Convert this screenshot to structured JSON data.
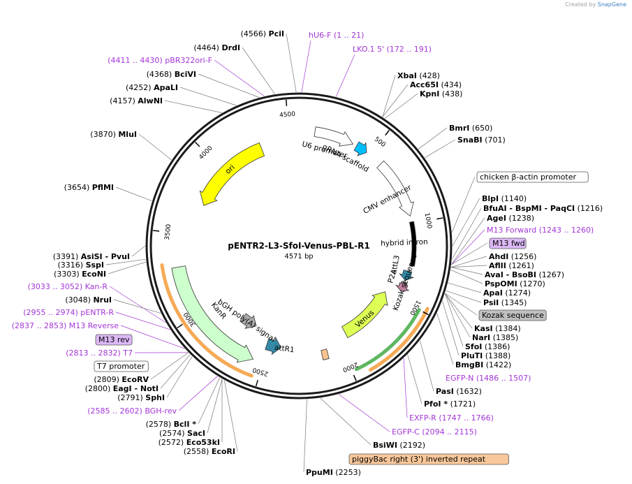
{
  "credit": {
    "prefix": "Created by",
    "brand": "SnapGene"
  },
  "plasmid": {
    "name": "pENTR2-L3-SfoI-Venus-PBL-R1",
    "size": "4571 bp"
  },
  "ticks": [
    {
      "label": "500",
      "angle": 38
    },
    {
      "label": "1000",
      "angle": 79
    },
    {
      "label": "1500",
      "angle": 118
    },
    {
      "label": "2000",
      "angle": 157
    },
    {
      "label": "2500",
      "angle": 197
    },
    {
      "label": "3000",
      "angle": 236
    },
    {
      "label": "3500",
      "angle": 276
    },
    {
      "label": "4000",
      "angle": 315
    },
    {
      "label": "4500",
      "angle": 355
    }
  ],
  "features": [
    {
      "name": "ori",
      "a1": 339,
      "a2": 293,
      "r": 148,
      "w": 20,
      "color": "#ffff00",
      "dir": "ccw",
      "label_angle": 318
    },
    {
      "name": "KanR",
      "a1": 202,
      "a2": 260,
      "r": 175,
      "w": 20,
      "color": "#ccffcc",
      "dir": "ccw",
      "label_angle": 231
    },
    {
      "name": "Venus",
      "a1": 152,
      "a2": 118,
      "r": 140,
      "w": 18,
      "color": "#ddff55",
      "dir": "ccw",
      "label_angle": 138
    },
    {
      "name": "attR1",
      "a1": 198,
      "a2": 190,
      "r": 148,
      "w": 16,
      "color": "#348aa7",
      "dir": "ccw",
      "label_angle": 188
    },
    {
      "name": "bGH poly(A) signal",
      "a1": 208,
      "a2": 218,
      "r": 130,
      "w": 14,
      "color": "#aaaaaa",
      "dir": "ccw",
      "label_angle": 215
    },
    {
      "name": "U6 promoter",
      "a1": 8,
      "a2": 28,
      "r": 165,
      "w": 14,
      "color": "#ffffff",
      "dir": "cw",
      "label_angle": 15
    },
    {
      "name": "gRNA scaffold",
      "a1": 30,
      "a2": 36,
      "r": 165,
      "w": 14,
      "color": "#00bfff",
      "dir": "cw",
      "label_angle": 28
    },
    {
      "name": "CMV enhancer",
      "a1": 45,
      "a2": 75,
      "r": 165,
      "w": 14,
      "color": "#ffffff",
      "dir": "cw",
      "label_angle": 62
    },
    {
      "name": "hybrid intron",
      "a1": 78,
      "a2": 100,
      "r": 165,
      "w": 6,
      "color": "#000000",
      "dir": "none",
      "label_angle": 88
    },
    {
      "name": "attL3",
      "a1": 103,
      "a2": 108,
      "r": 160,
      "w": 12,
      "color": "#348aa7",
      "dir": "cw",
      "label_angle": 101
    },
    {
      "name": "P2A",
      "a1": 110,
      "a2": 114,
      "r": 160,
      "w": 12,
      "color": "#c080a0",
      "dir": "cw",
      "label_angle": 108
    },
    {
      "name": "Kozak sequence",
      "a1": 109,
      "a2": 110,
      "r": 160,
      "w": 8,
      "color": "#888888",
      "dir": "none",
      "label_angle": 109
    },
    {
      "name": "piggyBac right (3') inverted repeat",
      "a1": 165,
      "a2": 168,
      "r": 160,
      "w": 14,
      "color": "#f8c48e",
      "dir": "none",
      "label_angle": 166
    }
  ],
  "primer_arcs": [
    {
      "name": "EGFP-N",
      "a1": 150,
      "a2": 116,
      "r": 205,
      "color": "#f5a142"
    },
    {
      "name": "EGFP-C",
      "a1": 155,
      "a2": 118,
      "r": 195,
      "color": "#4caf50"
    },
    {
      "name": "KanR-outline",
      "a1": 200,
      "a2": 262,
      "r": 198,
      "color": "#f5a142"
    }
  ],
  "left_labels": [
    {
      "pos": "(4566)",
      "name": "PciI",
      "color": "black"
    },
    {
      "pos": "(4464)",
      "name": "DrdI",
      "color": "black"
    },
    {
      "pos": "(4411 .. 4430)",
      "name": "pBR322ori-F",
      "color": "purple"
    },
    {
      "pos": "(4368)",
      "name": "BciVI",
      "color": "black"
    },
    {
      "pos": "(4252)",
      "name": "ApaLI",
      "color": "black"
    },
    {
      "pos": "(4157)",
      "name": "AlwNI",
      "color": "black"
    },
    {
      "pos": "(3870)",
      "name": "MluI",
      "color": "black"
    },
    {
      "pos": "(3654)",
      "name": "PflMI",
      "color": "black"
    },
    {
      "pos": "(3391)",
      "name": "AsiSI - PvuI",
      "color": "black"
    },
    {
      "pos": "(3316)",
      "name": "SspI",
      "color": "black"
    },
    {
      "pos": "(3303)",
      "name": "EcoNI",
      "color": "black"
    },
    {
      "pos": "(3033 .. 3052)",
      "name": "Kan-R",
      "color": "purple"
    },
    {
      "pos": "(3048)",
      "name": "NruI",
      "color": "black"
    },
    {
      "pos": "(2955 .. 2974)",
      "name": "pENTR-R",
      "color": "purple"
    },
    {
      "pos": "(2837 .. 2853)",
      "name": "M13 Reverse",
      "color": "purple"
    },
    {
      "pos": "",
      "name": "M13 rev",
      "color": "boxpurple"
    },
    {
      "pos": "(2813 .. 2832)",
      "name": "T7",
      "color": "purple"
    },
    {
      "pos": "",
      "name": "T7 promoter",
      "color": "boxwhite"
    },
    {
      "pos": "(2809)",
      "name": "EcoRV",
      "color": "black"
    },
    {
      "pos": "(2800)",
      "name": "EagI - NotI",
      "color": "black"
    },
    {
      "pos": "(2791)",
      "name": "SphI",
      "color": "black"
    },
    {
      "pos": "(2585 .. 2602)",
      "name": "BGH-rev",
      "color": "purple"
    },
    {
      "pos": "(2578)",
      "name": "BclI *",
      "color": "black"
    },
    {
      "pos": "(2574)",
      "name": "SacI",
      "color": "black"
    },
    {
      "pos": "(2572)",
      "name": "Eco53kI",
      "color": "black"
    },
    {
      "pos": "(2558)",
      "name": "EcoRI",
      "color": "black"
    }
  ],
  "top_labels": [
    {
      "name": "hU6-F",
      "pos": "(1 .. 21)",
      "color": "purple"
    },
    {
      "name": "LKO.1 5'",
      "pos": "(172 .. 191)",
      "color": "purple"
    }
  ],
  "right_labels": [
    {
      "name": "XbaI",
      "pos": "(428)",
      "color": "black"
    },
    {
      "name": "Acc65I",
      "pos": "(434)",
      "color": "black"
    },
    {
      "name": "KpnI",
      "pos": "(438)",
      "color": "black"
    },
    {
      "name": "BmrI",
      "pos": "(650)",
      "color": "black"
    },
    {
      "name": "SnaBI",
      "pos": "(701)",
      "color": "black"
    },
    {
      "name": "chicken β-actin promoter",
      "pos": "",
      "color": "boxwhite"
    },
    {
      "name": "BlpI",
      "pos": "(1140)",
      "color": "black"
    },
    {
      "name": "BfuAI - BspMI - PaqCI",
      "pos": "(1216)",
      "color": "black"
    },
    {
      "name": "AgeI",
      "pos": "(1238)",
      "color": "black"
    },
    {
      "name": "M13 Forward",
      "pos": "(1243 .. 1260)",
      "color": "purple"
    },
    {
      "name": "M13 fwd",
      "pos": "",
      "color": "boxpurple"
    },
    {
      "name": "AhdI",
      "pos": "(1256)",
      "color": "black"
    },
    {
      "name": "AflII",
      "pos": "(1261)",
      "color": "black"
    },
    {
      "name": "AvaI - BsoBI",
      "pos": "(1267)",
      "color": "black"
    },
    {
      "name": "PspOMI",
      "pos": "(1270)",
      "color": "black"
    },
    {
      "name": "ApaI",
      "pos": "(1274)",
      "color": "black"
    },
    {
      "name": "PsiI",
      "pos": "(1345)",
      "color": "black"
    },
    {
      "name": "Kozak sequence",
      "pos": "",
      "color": "boxgray"
    },
    {
      "name": "KasI",
      "pos": "(1384)",
      "color": "black"
    },
    {
      "name": "NarI",
      "pos": "(1385)",
      "color": "black"
    },
    {
      "name": "SfoI",
      "pos": "(1386)",
      "color": "black"
    },
    {
      "name": "PluTI",
      "pos": "(1388)",
      "color": "black"
    },
    {
      "name": "BmgBI",
      "pos": "(1422)",
      "color": "black"
    },
    {
      "name": "EGFP-N",
      "pos": "(1486 .. 1507)",
      "color": "purple"
    },
    {
      "name": "PasI",
      "pos": "(1632)",
      "color": "black"
    },
    {
      "name": "PfoI *",
      "pos": "(1721)",
      "color": "black"
    },
    {
      "name": "EXFP-R",
      "pos": "(1747 .. 1766)",
      "color": "purple"
    },
    {
      "name": "EGFP-C",
      "pos": "(2094 .. 2115)",
      "color": "purple"
    },
    {
      "name": "BsiWI",
      "pos": "(2192)",
      "color": "black"
    },
    {
      "name": "piggyBac right (3') inverted repeat",
      "pos": "",
      "color": "boxorange"
    },
    {
      "name": "PpuMI",
      "pos": "(2253)",
      "color": "black"
    }
  ],
  "colors": {
    "purple": "#a335d6",
    "black": "#000000",
    "boxpurple": "#dcb8f5",
    "boxgray": "#c0c0c0",
    "boxorange": "#f8c79a",
    "boxwhite": "#ffffff"
  }
}
